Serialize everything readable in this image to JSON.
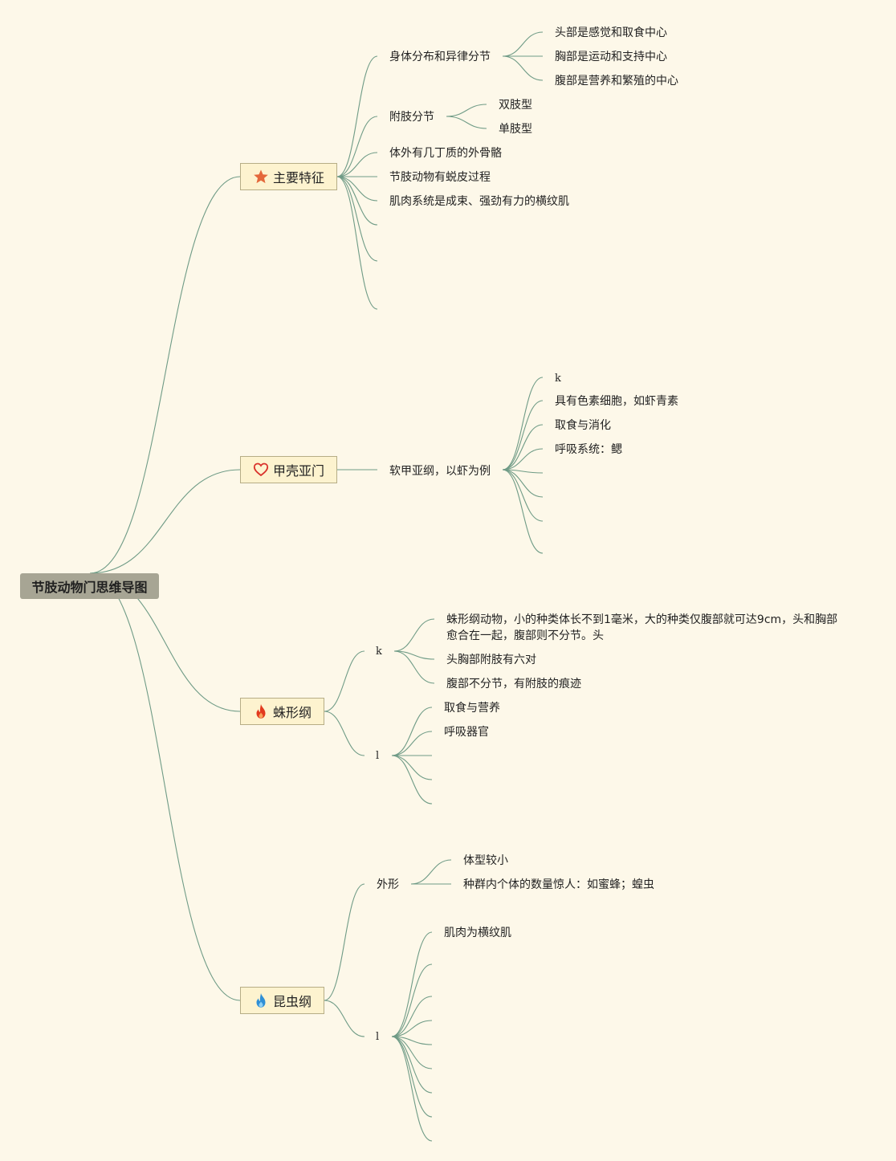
{
  "root": {
    "title": "节肢动物门思维导图"
  },
  "branches": [
    {
      "icon": "star-icon",
      "label": "主要特征",
      "children": [
        {
          "label": "身体分布和异律分节",
          "children": [
            {
              "label": "头部是感觉和取食中心"
            },
            {
              "label": "胸部是运动和支持中心"
            },
            {
              "label": "腹部是营养和繁殖的中心"
            }
          ]
        },
        {
          "label": "附肢分节",
          "children": [
            {
              "label": "双肢型"
            },
            {
              "label": "单肢型"
            }
          ]
        },
        {
          "label": "体外有几丁质的外骨骼"
        },
        {
          "label": "节肢动物有蜕皮过程"
        },
        {
          "label": "肌肉系统是成束、强劲有力的横纹肌"
        }
      ]
    },
    {
      "icon": "heart-icon",
      "label": "甲壳亚门",
      "children": [
        {
          "label": "软甲亚纲，以虾为例",
          "children": [
            {
              "label": "k"
            },
            {
              "label": "具有色素细胞，如虾青素"
            },
            {
              "label": "取食与消化"
            },
            {
              "label": "呼吸系统：鳃"
            }
          ]
        }
      ]
    },
    {
      "icon": "fire-icon",
      "label": "蛛形纲",
      "children": [
        {
          "label": "k",
          "children": [
            {
              "label": "蛛形纲动物，小的种类体长不到1毫米，大的种类仅腹部就可达9cm，头和胸部愈合在一起，腹部则不分节。头"
            },
            {
              "label": "头胸部附肢有六对"
            },
            {
              "label": "腹部不分节，有附肢的痕迹"
            }
          ]
        },
        {
          "label": "l",
          "children": [
            {
              "label": "取食与营养"
            },
            {
              "label": "呼吸器官"
            }
          ]
        }
      ]
    },
    {
      "icon": "flame-blue-icon",
      "label": "昆虫纲",
      "children": [
        {
          "label": "外形",
          "children": [
            {
              "label": "体型较小"
            },
            {
              "label": "种群内个体的数量惊人：如蜜蜂；蝗虫"
            }
          ]
        },
        {
          "label": "l",
          "children": [
            {
              "label": "肌肉为横纹肌"
            }
          ]
        }
      ]
    }
  ],
  "colors": {
    "background": "#fdf8e9",
    "link": "#6f9b86",
    "root_fill": "#a7a594",
    "branch_fill": "#fdf3cf",
    "star": "#e4683a",
    "heart": "#d9322b",
    "fire": "#e23a1e",
    "flame_blue": "#2f8fd6"
  }
}
